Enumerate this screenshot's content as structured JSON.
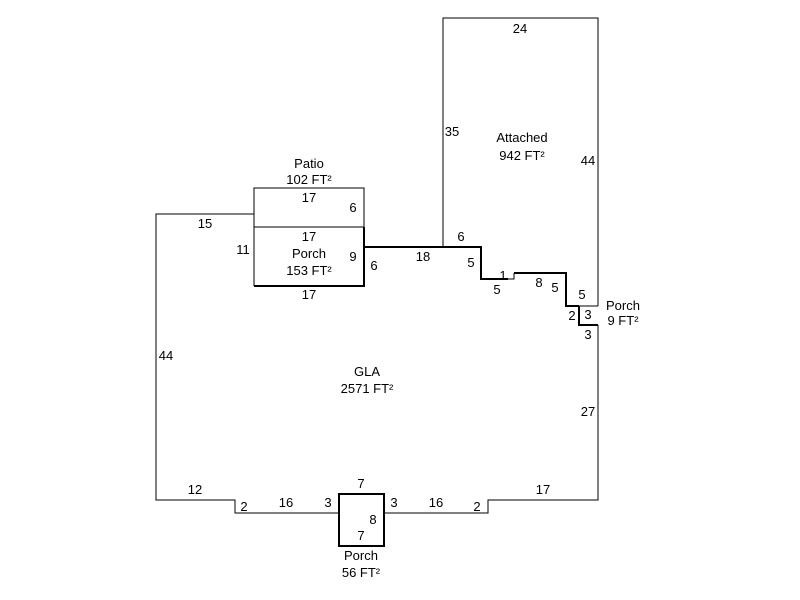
{
  "areas": {
    "attached": {
      "name": "Attached",
      "area": "942 FT²"
    },
    "patio": {
      "name": "Patio",
      "area": "102 FT²"
    },
    "porch_front": {
      "name": "Porch",
      "area": "153 FT²"
    },
    "porch_small": {
      "name": "Porch",
      "area": "9 FT²"
    },
    "gla": {
      "name": "GLA",
      "area": "2571 FT²"
    },
    "porch_bottom": {
      "name": "Porch",
      "area": "56 FT²"
    }
  },
  "dimensions": {
    "attached_top": "24",
    "attached_left": "35",
    "attached_right": "44",
    "patio_top": "17",
    "patio_right": "6",
    "porch_top": "17",
    "porch_left": "11",
    "porch_right": "9",
    "porch_bottom": "17",
    "gla_top_left": "15",
    "gla_left": "44",
    "gla_right_6": "6",
    "gla_18": "18",
    "gla_6b": "6",
    "step_5a": "5",
    "step_5b": "5",
    "step_1": "1",
    "step_8": "8",
    "step_5c": "5",
    "step_5d": "5",
    "sporch_2": "2",
    "sporch_3a": "3",
    "sporch_3b": "3",
    "gla_right": "27",
    "gla_bottom_left": "12",
    "gla_bottom_right": "17",
    "b_2a": "2",
    "b_16a": "16",
    "b_3a": "3",
    "b_3b": "3",
    "b_16b": "16",
    "b_2b": "2",
    "bporch_top": "7",
    "bporch_right": "8",
    "bporch_bottom": "7"
  }
}
